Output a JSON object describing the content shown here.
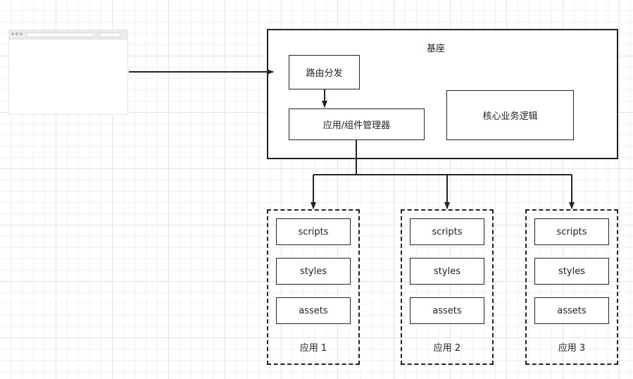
{
  "base": {
    "title": "基座",
    "router": "路由分发",
    "manager": "应用/组件管理器",
    "core": "核心业务逻辑"
  },
  "apps": [
    {
      "name": "应用 1",
      "items": [
        "scripts",
        "styles",
        "assets"
      ]
    },
    {
      "name": "应用 2",
      "items": [
        "scripts",
        "styles",
        "assets"
      ]
    },
    {
      "name": "应用 3",
      "items": [
        "scripts",
        "styles",
        "assets"
      ]
    }
  ],
  "browser": {
    "icon": "browser-window-icon"
  }
}
